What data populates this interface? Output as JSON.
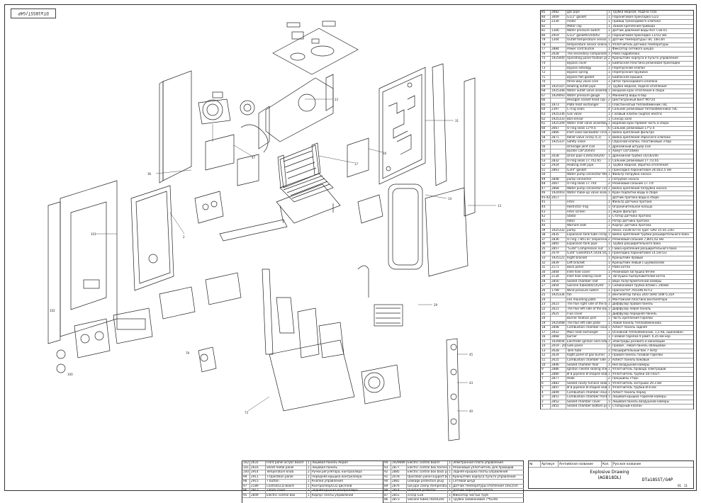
{
  "sheet_code": "DTa18SST/G4P",
  "title_block": {
    "title_en": "Explosive Drawing",
    "title_model": "(AGB18DL)",
    "code": "DTa18SST/G4P",
    "header_no": "№",
    "header_article": "Артикул",
    "header_en": "Английское название",
    "header_qty": "Кол.",
    "header_ru": "Русское название",
    "sheet_label": "01",
    "sheets_label": "11"
  },
  "parts_right": [
    [
      "85",
      "2682",
      "gas pipe",
      "1",
      "Трубка медная, подача газа"
    ],
    [
      "84",
      "3009",
      "G1/2\" gasket",
      "1",
      "Паронитовая прокладка G1/2"
    ],
    [
      "83",
      "2330",
      "motor",
      "1",
      "Привод трехходового клапана"
    ],
    [
      "82",
      "",
      "Motor clip",
      "1",
      "Зажим крепления привода"
    ],
    [
      "81",
      "1306",
      "Water pressure switch",
      "1",
      "Датчик давления воды KSY. CS6-01"
    ],
    [
      "80",
      "2919",
      "G1/2\" gasket01X40X2",
      "2",
      "Паронитовая прокладка 11/5/2 мм"
    ],
    [
      "79",
      "1304",
      "Outlet temperature sensor",
      "1",
      "Датчик температуры ГВС 10к/3m"
    ],
    [
      "78",
      "",
      "temperature sensor sealing sheath",
      "1",
      "Уплотнитель датчика температуры"
    ],
    [
      "77",
      "2884",
      "Power cord buckle",
      "1",
      "Фиксатор сетевого шнура"
    ],
    [
      "76",
      "2028",
      "The secondary component installation board",
      "1",
      "Рама гидроблока"
    ],
    [
      "75",
      "1925000",
      "Operating panel fixation plate",
      "2",
      "Кронштейн корпуса и пульта управления"
    ],
    [
      "74",
      "",
      "Bypass cover",
      "1",
      "Байпасная пластина резиновая прокладки"
    ],
    [
      "73",
      "",
      "Bypass extology",
      "1",
      "Перепускной клапан"
    ],
    [
      "72",
      "",
      "Bypass spring",
      "1",
      "Перепускная пружина"
    ],
    [
      "71",
      "",
      "Bypass flat gasket",
      "1",
      "Байпасная крышка"
    ],
    [
      "70",
      "",
      "three-way valve core",
      "1",
      "Шток трехходового клапана"
    ],
    [
      "69",
      "1925107",
      "Heating outlet pipe",
      "1",
      "Трубка медная, подача отопления"
    ],
    [
      "68",
      "1925348",
      "Water outlet valve assembly",
      "1",
      "Входной кран отопления в сборе"
    ],
    [
      "67",
      "1929093",
      "Water pressure gauge",
      "1",
      "Манометр воды 6 бар"
    ],
    [
      "66",
      "",
      "Hexagon socket head cap screw M5*20",
      "2",
      "Шестигранный винт M5*20"
    ],
    [
      "65",
      "1973",
      "Plate heat exchanger",
      "1",
      "Пластинчатый теплообменник ГВС"
    ],
    [
      "64",
      "2397",
      "C-ring seals",
      "4",
      "Сальник резиновый теплообменника ГВС"
    ],
    [
      "63",
      "1925336",
      "Gas valve",
      "1",
      "Газовый клапан (Sigma) electric"
    ],
    [
      "62",
      "1925333",
      "Ball sensor",
      "1",
      "Сенсор холл"
    ],
    [
      "61",
      "1925349",
      "Water inlet valve assembly",
      "1",
      "Водяной кран прямая часть в сборе"
    ],
    [
      "60",
      "2667",
      "O-ring seals 11*X.6",
      "6",
      "Сальник резиновый 17*2.4"
    ],
    [
      "59",
      "2866",
      "Inlet valve backwater circlip G16",
      "1",
      "Вилка крепления фильтра"
    ],
    [
      "58",
      "2871",
      "Relief valve circlip (C1)",
      "1",
      "Вилка крепления сбросного клапана"
    ],
    [
      "57",
      "1925337",
      "Safety valve",
      "1",
      "Сбросной клапан, пластиковый 3 бар"
    ],
    [
      "56",
      "",
      "Drainage joint ¢18",
      "1",
      "Дренажный штуцер ¢18"
    ],
    [
      "55",
      "",
      "Buckle (16*20mm)",
      "1",
      "Хомут (16*20мм)"
    ],
    [
      "54",
      "2028",
      "Drain pipe ¢16X¢16X200",
      "1",
      "Дренажная трубка 16/16/200"
    ],
    [
      "53",
      "2832",
      "O-ring seals 17.7X2.65",
      "1",
      "Сальник резиновый 17.7/2.65"
    ],
    [
      "52",
      "2924",
      "Heating inlet pipe",
      "1",
      "Трубка медная, обратка отопления"
    ],
    [
      "51",
      "2863",
      "G3/4\" gasket",
      "1",
      "Прокладка паронитовая 24/16/2,5 мм"
    ],
    [
      "50",
      "",
      "Water pump connector filter",
      "1",
      "Фильтр патрубка насоса"
    ],
    [
      "49",
      "2848",
      "pump connector",
      "1",
      "Патрубок насоса"
    ],
    [
      "48",
      "2667",
      "O-ring seals 17.7X4",
      "2",
      "Резиновый сальник 17.7/4"
    ],
    [
      "47",
      "2868",
      "Water pump connector circlip G1",
      "1",
      "Вилка крепления патрубка насоса"
    ],
    [
      "46",
      "1924403",
      "Water make-up valve assembly",
      "1",
      "Кран подпитки воды в сборе"
    ],
    [
      "45-42",
      "2017",
      "",
      "",
      "Датчик протока воды в сборе"
    ],
    [
      "45",
      "",
      "Filter",
      "1",
      "Фильтр датчика протока"
    ],
    [
      "44",
      "",
      "Restrictor ring",
      "1",
      "Ограничительное кольцо"
    ],
    [
      "43",
      "",
      "Filter screen",
      "1",
      "Экран фильтра"
    ],
    [
      "42",
      "",
      "Stator",
      "1",
      "Статор датчика протока"
    ],
    [
      "41",
      "",
      "Rotor",
      "1",
      "Ротор датчика протока"
    ],
    [
      "40",
      "",
      "Warrant seat",
      "1",
      "Корпус датчика протока"
    ],
    [
      "39",
      "1925332",
      "pump",
      "1",
      "Насос 15GN-50 Па  Type: GPD 15-50 216T"
    ],
    [
      "38",
      "2835",
      "Expansion tank tube circlip G3/8",
      "1",
      "Вилка крепления трубки расширительного бака"
    ],
    [
      "37",
      "2836",
      "O-ring 7.8X1.87 (expansion tank pipe)",
      "2",
      "Резиновый сальник 7,80/1,62 мм"
    ],
    [
      "36",
      "2865",
      "Expansion tank pipe",
      "1",
      "Трубка расширительного бака"
    ],
    [
      "35",
      "2857",
      "\"G3/8\" Compression nut",
      "1",
      "Гайка крепления расширительного бака"
    ],
    [
      "34",
      "2079",
      "G3/8\" Gasket01X.5X¢8.5X2",
      "1",
      "Прокладка паронитовая 14.5/8.5/2"
    ],
    [
      "33",
      "1925121",
      "Right bracket",
      "1",
      "Кронштейн правый"
    ],
    [
      "32",
      "2839",
      "Left bracket",
      "1",
      "Кронштейн левый  с шумоизолом"
    ],
    [
      "31",
      "2171",
      "Back panel",
      "1",
      "Рама котла"
    ],
    [
      "30",
      "2844",
      "Inlet hole cover",
      "1",
      "Резиновая заглушка 69 мм"
    ],
    [
      "29",
      "2134",
      "Inlet hole sealing cover",
      "1",
      "Заглушка пылеуловителей котла"
    ],
    [
      "28",
      "2850",
      "Sealed chamber roof",
      "1",
      "Верх полугерметичной камеры"
    ],
    [
      "27",
      "2854",
      "Silicone tube¢8X¢5X240",
      "1",
      "Силиконовая трубка 8/5мм L 240мм"
    ],
    [
      "26",
      "1799",
      "Wind pressure switch",
      "1",
      "Прессостат 70/10Pa KFY-2"
    ],
    [
      "25",
      "1925334",
      "fan",
      "1",
      "Вентилятор Yuhou  24/0 50Hz 50W 0,35A"
    ],
    [
      "24",
      "",
      "Fan mounting plate",
      "1",
      "Монтажная пластина вентилятора"
    ],
    [
      "23",
      "2623",
      "The flue right side of the board",
      "1",
      "Диффузор правая панель"
    ],
    [
      "22",
      "2621",
      "The flue left side of the board",
      "1",
      "Диффузор левая панель"
    ],
    [
      "21",
      "2625",
      "Flue cover",
      "1",
      "Диффузор передняя панель"
    ],
    [
      "20",
      "",
      "Burner fixation part",
      "1",
      "Часть крепления горелки"
    ],
    [
      "19",
      "1925098",
      "The flue left side plate",
      "1",
      "Левая панель теплообменника"
    ],
    [
      "18",
      "2848",
      "Combustion chamber insulation pseudo panel",
      "1",
      "Асбест панель задняя"
    ],
    [
      "17",
      "2922",
      "Main heat exchanger",
      "1",
      "Основной теплообменник, 1,5 Кв, оцинкован"
    ],
    [
      "16",
      "2868",
      "burner",
      "1",
      "Газовая горелка 9 рамп. 0,35 мм кор"
    ],
    [
      "15",
      "1929044",
      "Electrode ignition and induction",
      "1",
      "Электроды розжига и ионизации"
    ],
    [
      "14",
      "2019 , 2020",
      "Side panel",
      "2",
      "Правая , левая панель облицовки"
    ],
    [
      "13",
      "2628",
      "Tank tube",
      "1",
      "Расширительный бак 7 литр"
    ],
    [
      "12",
      "2624",
      "Right panel of gas burner",
      "1",
      "Правая панель газовой горелки"
    ],
    [
      "11",
      "2625",
      "Combustion chamber side insulation panels",
      "2",
      "Асбест панель боковые"
    ],
    [
      "10",
      "2846",
      "Sealed chamber floor",
      "1",
      "Низ воздушной камеры"
    ],
    [
      "9",
      "2886",
      "Ignition needle sealing sheath",
      "1",
      "Уплотнитель провода электродов"
    ],
    [
      "8",
      "2880",
      "Ø 8 pipeline Ø shaped sealing sheath",
      "1",
      "Уплотнитель трубки ¢8 Пласт."
    ],
    [
      "7",
      "2877",
      "Hook",
      "2",
      "Проушины ст\\дн"
    ],
    [
      "6",
      "2883",
      "Sealed cavity furnace sealing sheath",
      "1",
      "Уплотнитель заглушки 29.3 мм"
    ],
    [
      "5",
      "2847",
      "Ø 8 pipeline Ø shaped sealing sheath",
      "1",
      "Уплотнитель трубки Ø 8 мм"
    ],
    [
      "4",
      "2849",
      "Combustion chamber insulation panels",
      "1",
      "Асбест панель перед"
    ],
    [
      "3",
      "2851",
      "Combustion chamber front panel",
      "1",
      "Лицевая крышка горючей камеры"
    ],
    [
      "2",
      "2852",
      "Sealed chamber cover",
      "1",
      "Лицевая панель воздушной камеры"
    ],
    [
      "1",
      "2855",
      "Sealed chamber bottom plate",
      "1",
      "Стопорный клапан"
    ]
  ],
  "parts_bottom_left": [
    [
      "102",
      "2631",
      "Front panel acrylic board",
      "1",
      "Лицевая панель Акрил"
    ],
    [
      "101",
      "2616",
      "Sheet metal panel",
      "1",
      "Лицевая панель"
    ],
    [
      "100",
      "2914",
      "Temperature knob",
      "2",
      "Ручки регулятора, контроллера"
    ],
    [
      "99",
      "2911",
      "T-Operation panel",
      "1",
      "Передняя крышка контроллера"
    ],
    [
      "98",
      "2915",
      "T button",
      "1",
      "Кнопки управления"
    ],
    [
      "97",
      "2189",
      "Control/LCD Board",
      "1",
      "Контроллер/LCD дисплей"
    ],
    [
      "96",
      "2912",
      "T-back cover",
      "1",
      "Задняя крышка контроллера"
    ],
    [
      "95",
      "2849",
      "Electric control box",
      "1",
      "Корпус платы управления"
    ]
  ],
  "parts_bottom_right": [
    [
      "94",
      "1929089",
      "Electric control board",
      "1",
      "Электронная плата управления"
    ],
    [
      "93",
      "2877",
      "Electric control box harness sheath",
      "1",
      "Резиновый уплотнитель для проводов"
    ],
    [
      "92",
      "2885",
      "Electric control box back panel",
      "1",
      "Задняя крышка платы управления"
    ],
    [
      "91",
      "2078",
      "Operation panel support board",
      "1",
      "Кронштейн корпуса пульта управления"
    ],
    [
      "90",
      "2881",
      "Leakage protection plug",
      "1",
      "Сетевой шнур"
    ],
    [
      "89",
      "2876",
      "G8 pipe clamp (temperature sensor)",
      "1",
      "Датчик температуры отопления 10к/25m"
    ],
    [
      "88",
      "2914",
      "Overheat protector",
      "1",
      "Датчик перегрева 105/55"
    ],
    [
      "87",
      "2851",
      "circlip G16",
      "1",
      "Фиксатор чистых труб"
    ],
    [
      "86",
      "2873",
      "Silicone tube¢7X¢6X240",
      "1",
      "Трубка силиконовая 7*6/240"
    ]
  ]
}
